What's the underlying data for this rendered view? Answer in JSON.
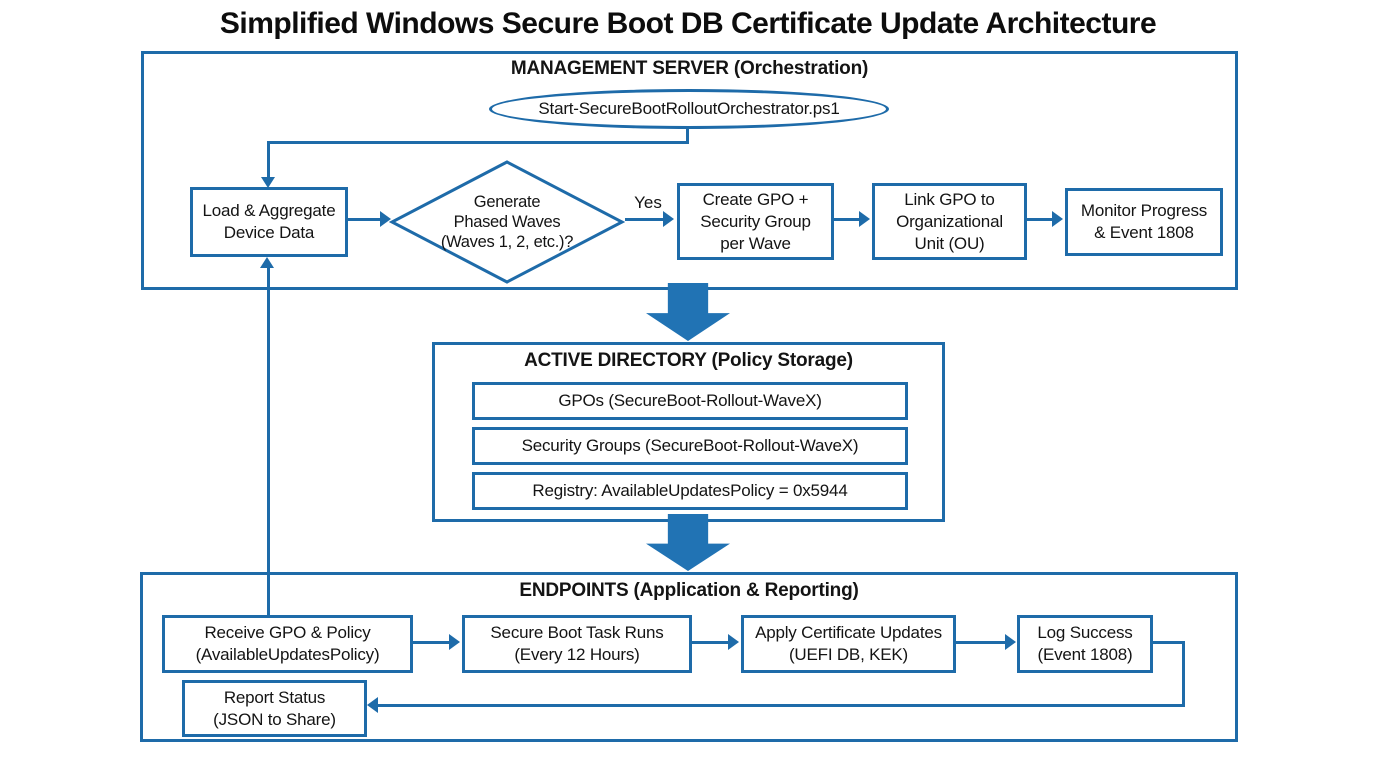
{
  "colors": {
    "line": "#1e6ba9",
    "arrow": "#2173b4",
    "text": "#141414",
    "bg": "#ffffff"
  },
  "title": "Simplified Windows Secure Boot DB Certificate Update Architecture",
  "management": {
    "header": "MANAGEMENT SERVER (Orchestration)",
    "orchestrator_script": "Start-SecureBootRolloutOrchestrator.ps1",
    "load_node": "Load & Aggregate\nDevice Data",
    "decision_node": "Generate\nPhased Waves\n(Waves 1, 2, etc.)?",
    "decision_yes_label": "Yes",
    "create_node": "Create GPO +\nSecurity Group\nper Wave",
    "link_node": "Link GPO to\nOrganizational\nUnit (OU)",
    "monitor_node": "Monitor Progress\n& Event 1808"
  },
  "active_directory": {
    "header": "ACTIVE DIRECTORY (Policy Storage)",
    "items": [
      "GPOs (SecureBoot-Rollout-WaveX)",
      "Security Groups (SecureBoot-Rollout-WaveX)",
      "Registry: AvailableUpdatesPolicy = 0x5944"
    ]
  },
  "endpoints": {
    "header": "ENDPOINTS (Application & Reporting)",
    "receive_node": "Receive GPO & Policy\n(AvailableUpdatesPolicy)",
    "task_node": "Secure Boot Task Runs\n(Every 12 Hours)",
    "apply_node": "Apply Certificate Updates\n(UEFI DB, KEK)",
    "log_node": "Log Success\n(Event 1808)",
    "report_node": "Report Status\n(JSON to Share)"
  }
}
